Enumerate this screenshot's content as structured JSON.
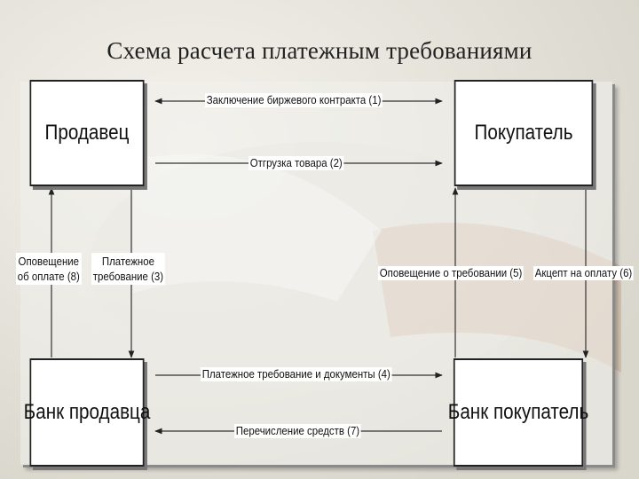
{
  "title": "Схема расчета платежным требованиями",
  "nodes": {
    "seller": "Продавец",
    "buyer": "Покупатель",
    "seller_bank": "Банк продавца",
    "buyer_bank": "Банк покупатель"
  },
  "edges": {
    "e1": "Заключение биржевого контракта (1)",
    "e2": "Отгрузка товара (2)",
    "e3_line1": "Платежное",
    "e3_line2": "требование (3)",
    "e4": "Платежное требование и документы (4)",
    "e5": "Оповещение о требовании (5)",
    "e6": "Акцепт на оплату (6)",
    "e7": "Перечисление средств (7)",
    "e8_line1": "Оповещение",
    "e8_line2": "об оплате (8)"
  }
}
